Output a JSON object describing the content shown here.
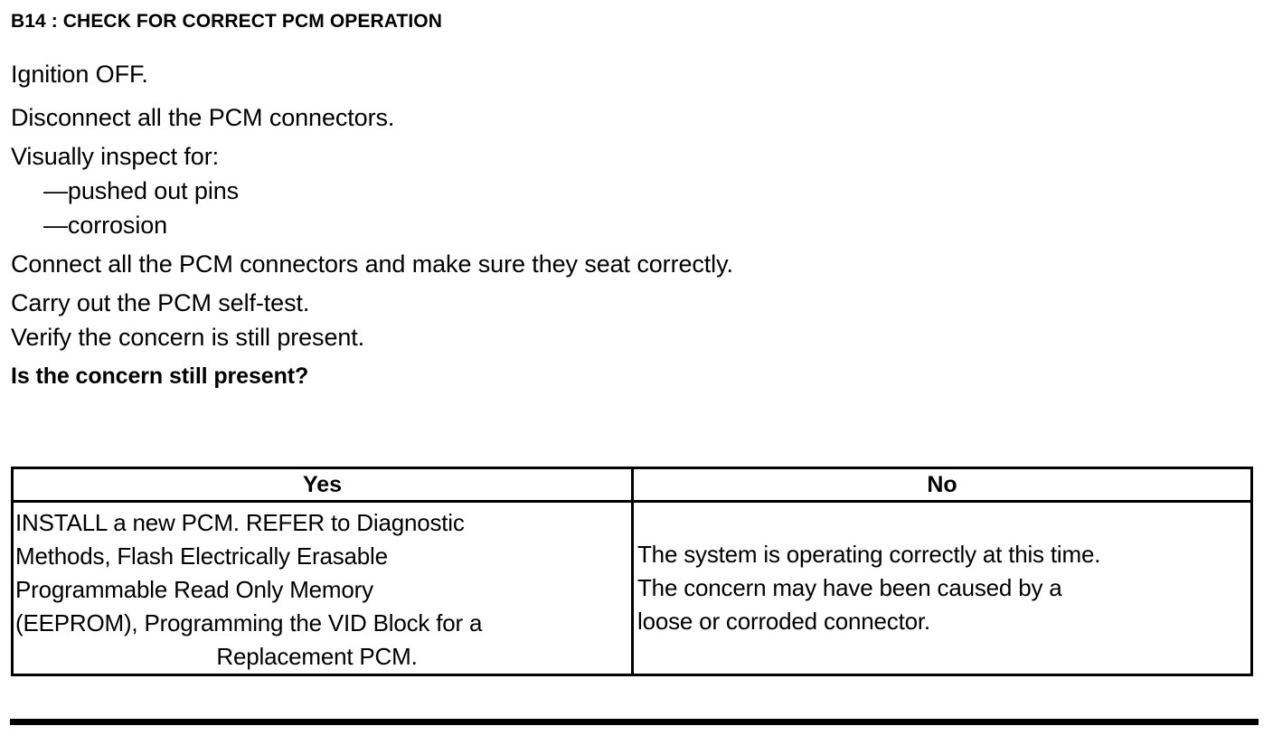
{
  "step": {
    "title": "B14 : CHECK FOR CORRECT PCM OPERATION"
  },
  "instructions": {
    "lines": [
      "Ignition OFF.",
      "Disconnect all the PCM connectors.",
      "Visually inspect for:"
    ],
    "sub_items": [
      "—pushed out pins",
      "—corrosion"
    ],
    "lines_after": [
      "Connect all the PCM connectors and make sure they seat correctly.",
      "Carry out the PCM self-test.",
      "Verify the concern is still present."
    ],
    "question": "Is the concern still present?"
  },
  "decision_table": {
    "headers": {
      "yes": "Yes",
      "no": "No"
    },
    "cells": {
      "yes": {
        "lines": [
          "INSTALL a new PCM. REFER to Diagnostic",
          "Methods, Flash Electrically Erasable",
          "Programmable Read Only Memory",
          "(EEPROM), Programming the VID Block for a"
        ],
        "last_line": "Replacement PCM.",
        "full_text": "INSTALL a new PCM. REFER to Diagnostic Methods, Flash Electrically Erasable Programmable Read Only Memory (EEPROM), Programming the VID Block for a Replacement PCM."
      },
      "no": {
        "lines": [
          "The system is operating correctly at this time.",
          "The concern may have been caused by a",
          "loose or corroded connector."
        ],
        "full_text": "The system is operating correctly at this time. The concern may have been caused by a loose or corroded connector."
      }
    }
  },
  "colors": {
    "background": "#ffffff",
    "text": "#000000",
    "rule": "#000000"
  }
}
